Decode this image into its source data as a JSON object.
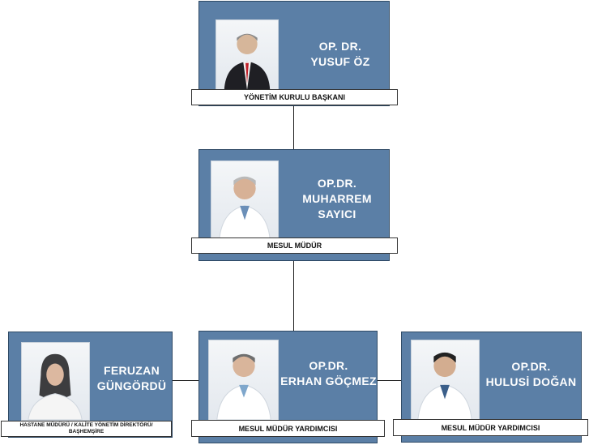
{
  "org_chart": {
    "chair": {
      "name_line1": "OP. DR.",
      "name_line2": "YUSUF ÖZ",
      "role": "YÖNETİM KURULU BAŞKANI"
    },
    "manager": {
      "name_line1": "OP.DR.",
      "name_line2": "MUHARREM",
      "name_line3": "SAYICI",
      "role": "MESUL MÜDÜR"
    },
    "left": {
      "name_line1": "FERUZAN",
      "name_line2": "GÜNGÖRDÜ",
      "role_line1": "HASTANE MÜDÜRÜ  / KALİTE YÖNETİM DİREKTÖRÜ/",
      "role_line2": "BAŞHEMŞİRE"
    },
    "center": {
      "name_line1": "OP.DR.",
      "name_line2": "ERHAN GÖÇMEZ",
      "role": "MESUL MÜDÜR YARDIMCISI"
    },
    "right": {
      "name_line1": "OP.DR.",
      "name_line2": "HULUSİ DOĞAN",
      "role": "MESUL MÜDÜR YARDIMCISI"
    }
  },
  "colors": {
    "card": "#5b7fa6",
    "card_border": "#2f4a66",
    "label_bg": "#ffffff",
    "connector": "#1a1a1a"
  }
}
